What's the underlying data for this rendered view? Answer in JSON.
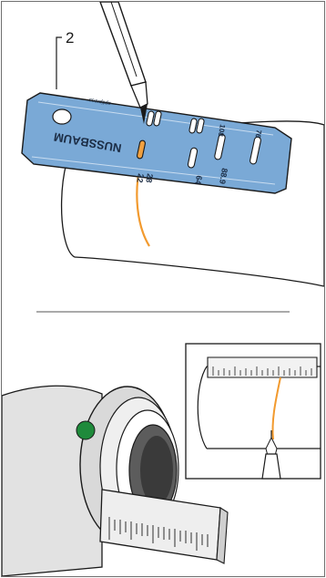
{
  "callout": {
    "number": "2"
  },
  "template": {
    "brand": "NUSSBAUM",
    "slot_labels": [
      "22",
      "28",
      "64",
      "88.9",
      "76",
      "108"
    ],
    "small_print": "optipress",
    "highlight_color": "#f0a040",
    "plate_color": "#7aa9d6"
  },
  "colors": {
    "mark_line": "#f29a2e",
    "green_dot": "#1f8a3b",
    "outline": "#1a1a1a"
  },
  "icons": [
    "marker-pen-icon",
    "ruler-icon",
    "fitting-icon"
  ]
}
